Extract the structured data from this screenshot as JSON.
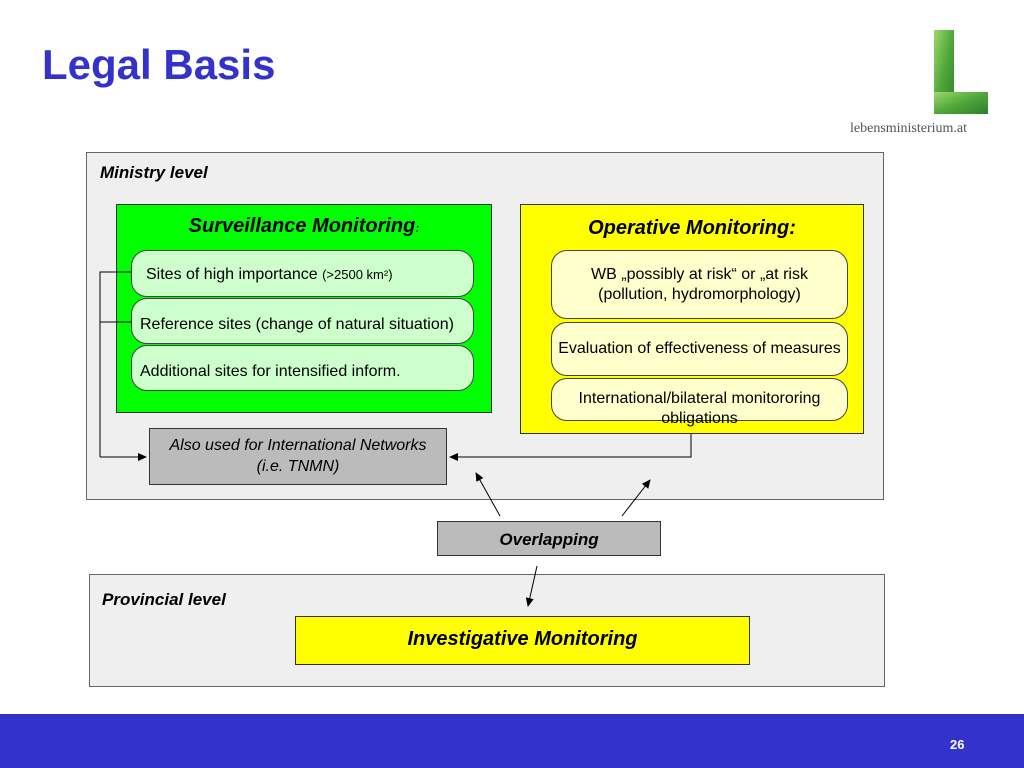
{
  "header": {
    "title": "Legal Basis",
    "logo_text": "lebensministerium.at"
  },
  "ministry": {
    "label": "Ministry level",
    "surveillance": {
      "title": "Surveillance Monitoring",
      "title_suffix": ":",
      "items": {
        "high_importance": "Sites of high importance ",
        "high_importance_detail": "(>2500 km²)",
        "reference": "Reference sites (change of natural situation)",
        "additional": "Additional sites for intensified inform."
      }
    },
    "operative": {
      "title": "Operative Monitoring",
      "title_suffix": ":",
      "items": {
        "wb_risk": "WB „possibly at risk“ or „at risk (pollution, hydromorphology)",
        "evaluation": "Evaluation of effectiveness of measures",
        "international": "International/bilateral monitororing obligations"
      }
    },
    "international_networks": "Also used for International Networks (i.e. TNMN)"
  },
  "overlapping": "Overlapping",
  "provincial": {
    "label": "Provincial level",
    "investigative": "Investigative Monitoring"
  },
  "footer": {
    "page_number": "26"
  },
  "colors": {
    "title": "#3333cc",
    "surveillance_bg": "#00ff00",
    "operative_bg": "#ffff00",
    "pill_green": "#ccffcc",
    "pill_yellow": "#ffffcc",
    "footer_bg": "#3333cc"
  }
}
